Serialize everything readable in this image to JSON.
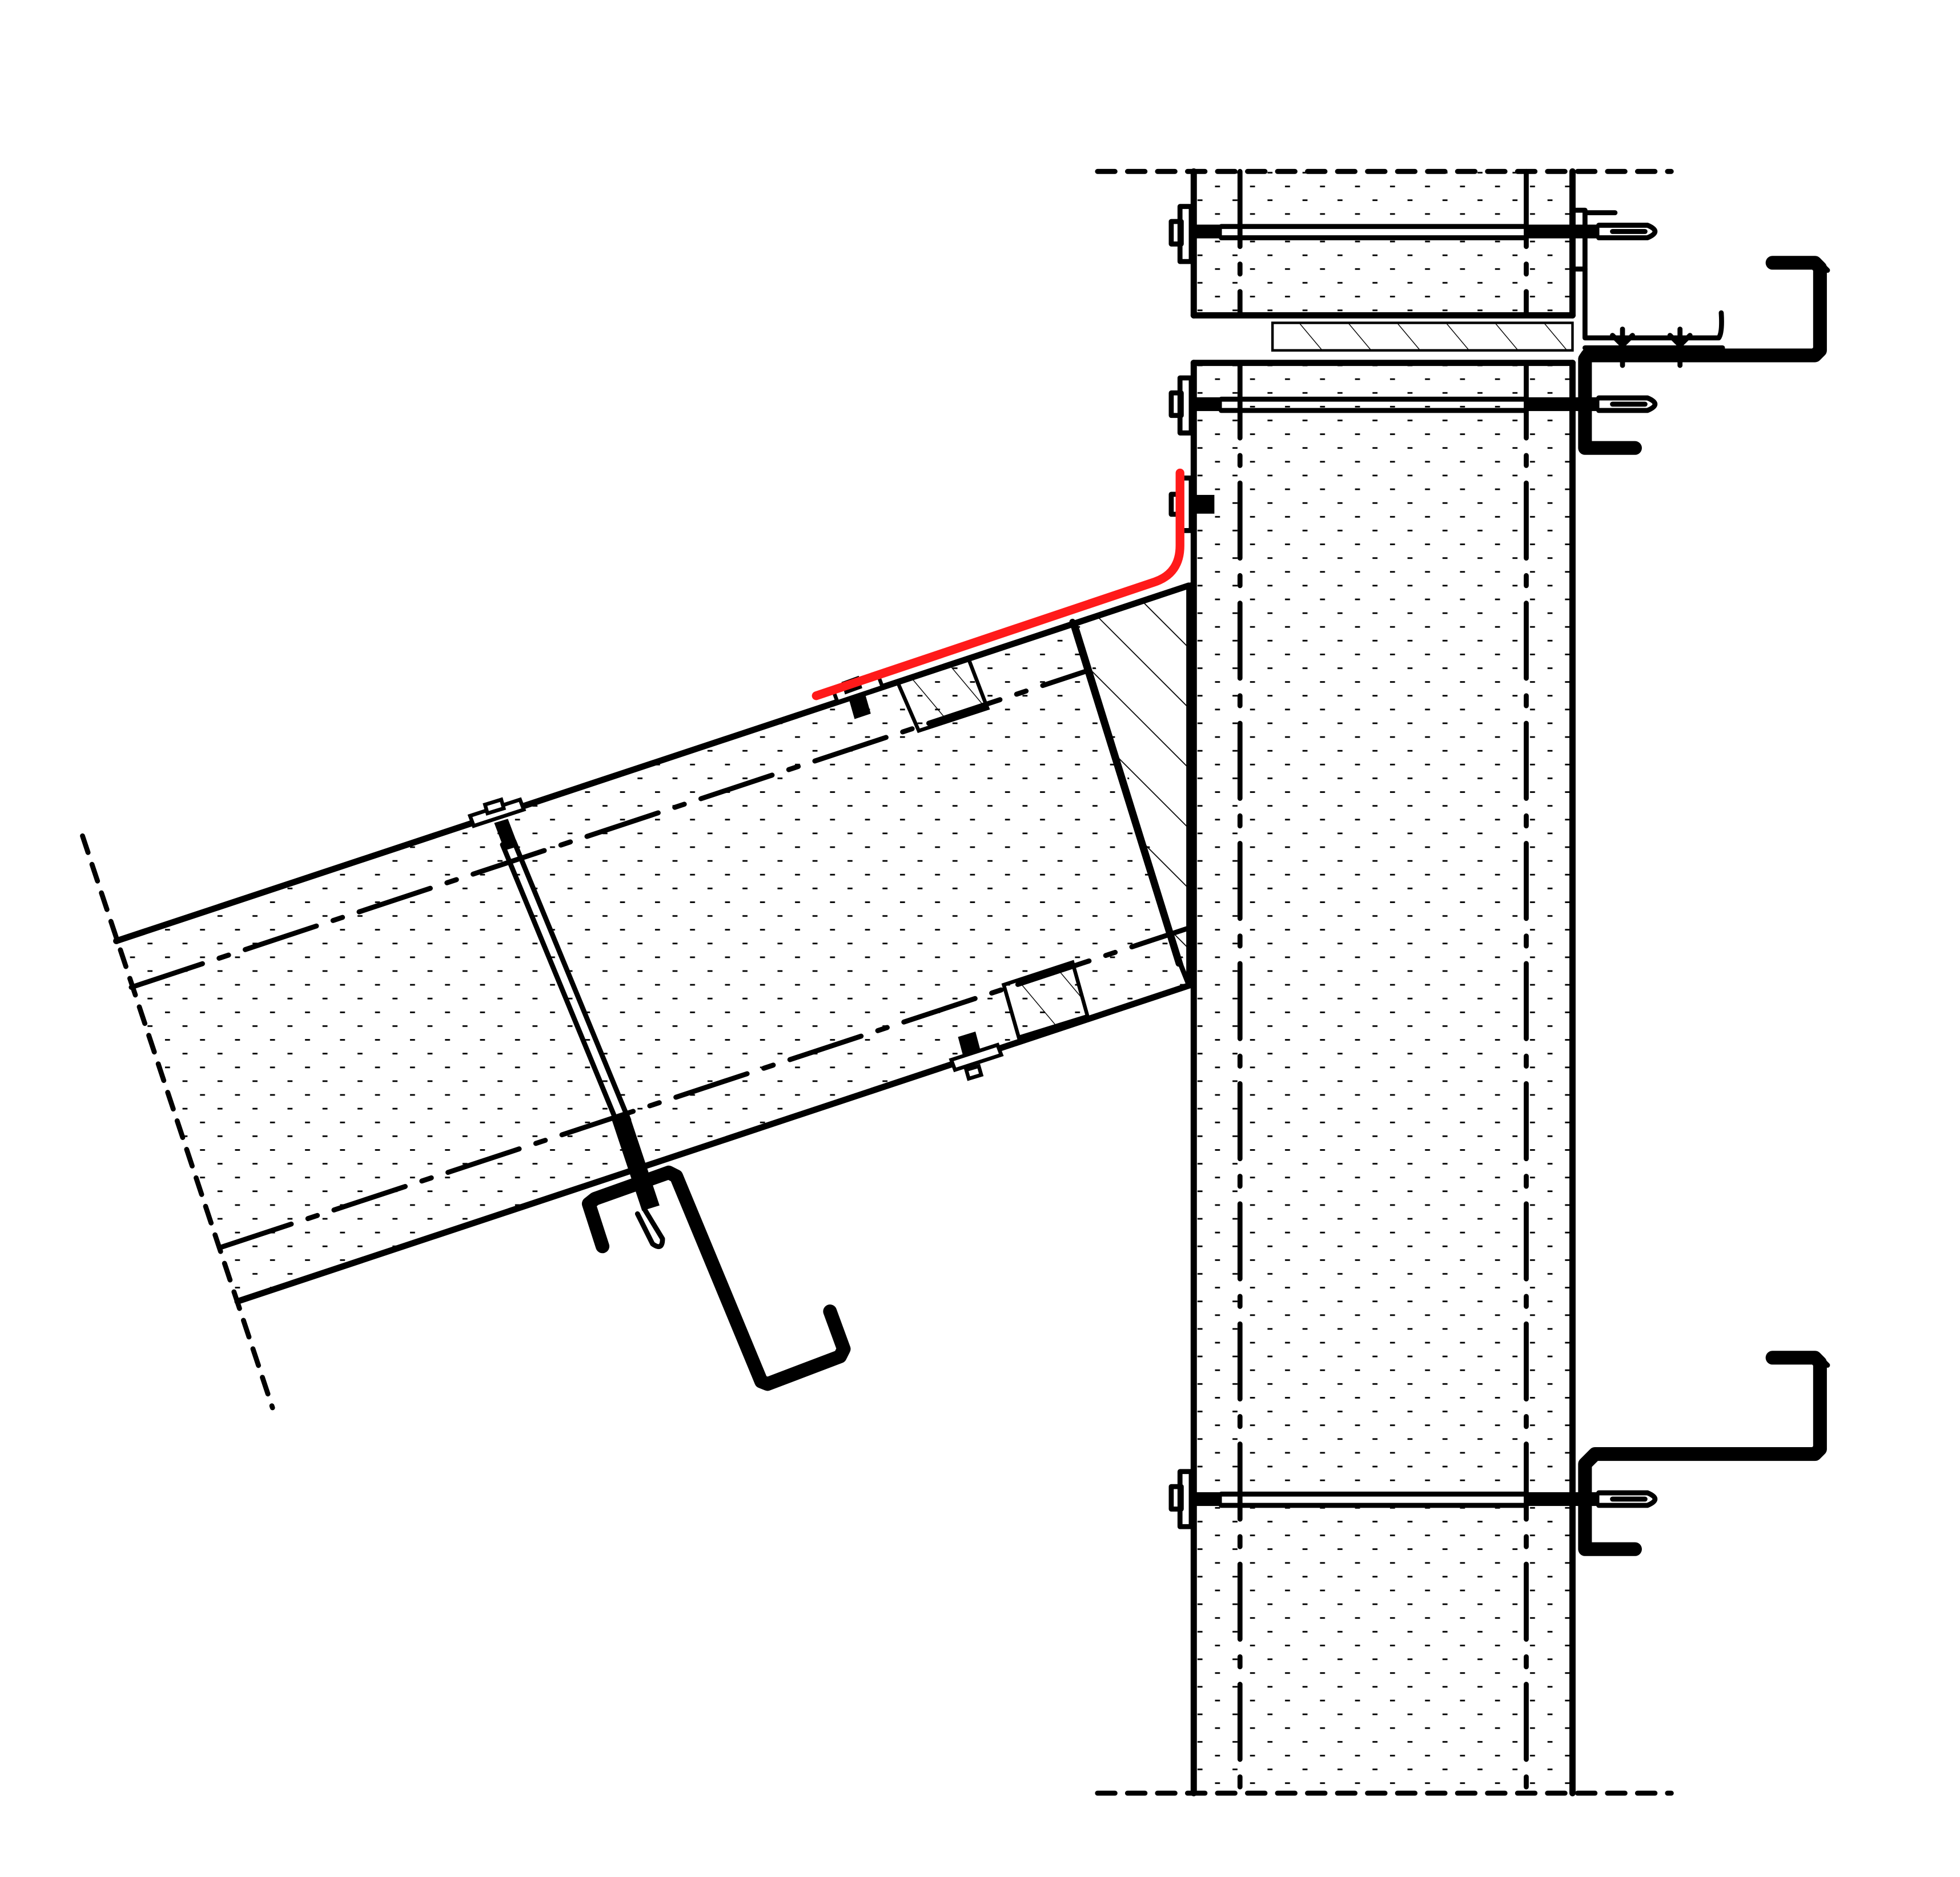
{
  "drawing": {
    "kind": "construction detail section",
    "elements": [
      "vertical-wall-panel",
      "sloped-roof-panel",
      "upper-wall-panel",
      "timber-packer-wedge",
      "timber-packer-small",
      "flashing",
      "purlin",
      "through-fixing-bolt"
    ],
    "colors": {
      "line": "#000000",
      "flashing": "#ff1a1a",
      "background": "#ffffff"
    },
    "icons": [
      "bolt-icon",
      "washer-icon",
      "purlin-icon"
    ]
  }
}
